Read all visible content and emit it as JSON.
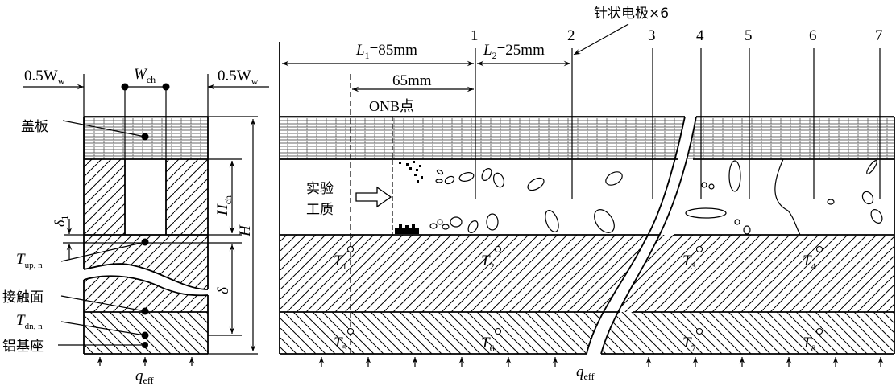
{
  "left": {
    "ww_left": {
      "main": "0.5W",
      "sub": "w"
    },
    "ww_right": {
      "main": "0.5W",
      "sub": "w"
    },
    "wch": {
      "main": "W",
      "sub": "ch"
    },
    "hch": {
      "main": "H",
      "sub": "ch"
    },
    "h": "H",
    "delta1": {
      "main": "δ",
      "sub": "1"
    },
    "delta": "δ",
    "cover_plate": "盖板",
    "t_up": {
      "main": "T",
      "sub": "up, n"
    },
    "contact_surface": "接触面",
    "t_dn": {
      "main": "T",
      "sub": "dn, n"
    },
    "al_base": "铝基座",
    "q_eff": {
      "main": "q",
      "sub": "eff"
    }
  },
  "right": {
    "probe_label": "针状电极×6",
    "probes": [
      "1",
      "2",
      "3",
      "4",
      "5",
      "6",
      "7"
    ],
    "l1": {
      "main": "L",
      "sub": "1",
      "rest": "=85mm"
    },
    "l2": {
      "main": "L",
      "sub": "2",
      "rest": "=25mm"
    },
    "d65": "65mm",
    "onb": "ONB点",
    "fluid_line1": "实验",
    "fluid_line2": "工质",
    "thermocouples": [
      {
        "main": "T",
        "sub": "1"
      },
      {
        "main": "T",
        "sub": "2"
      },
      {
        "main": "T",
        "sub": "3"
      },
      {
        "main": "T",
        "sub": "4"
      },
      {
        "main": "T",
        "sub": "5"
      },
      {
        "main": "T",
        "sub": "6"
      },
      {
        "main": "T",
        "sub": "7"
      },
      {
        "main": "T",
        "sub": "8"
      }
    ],
    "q_eff": {
      "main": "q",
      "sub": "eff"
    }
  }
}
